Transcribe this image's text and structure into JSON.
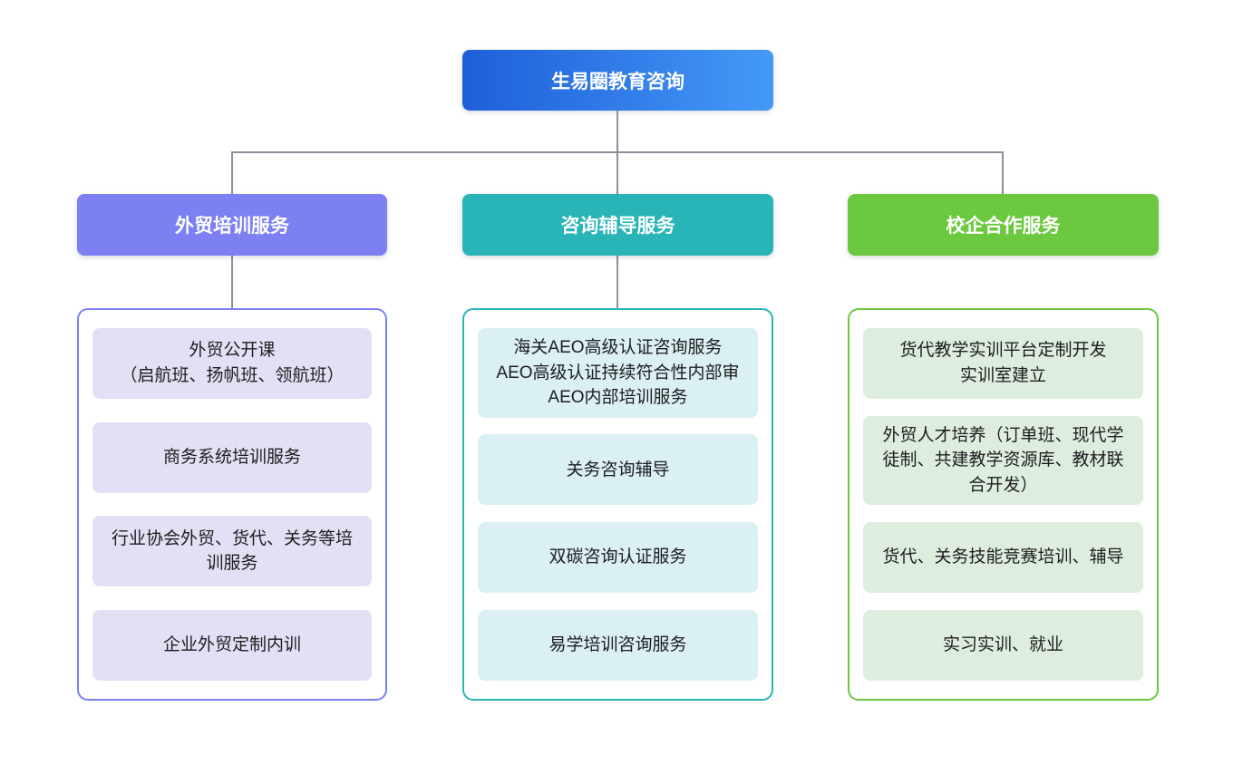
{
  "root": {
    "label": "生易圈教育咨询"
  },
  "branches": [
    {
      "label": "外贸培训服务",
      "color": "#7c80f2",
      "item_fill": "#e2e0f5",
      "items": [
        "外贸公开课\n（启航班、扬帆班、领航班）",
        "商务系统培训服务",
        "行业协会外贸、货代、关务等培\n训服务",
        "企业外贸定制内训"
      ]
    },
    {
      "label": "咨询辅导服务",
      "color": "#29b5b8",
      "item_fill": "#daf0f3",
      "items": [
        "海关AEO高级认证咨询服务\nAEO高级认证持续符合性内部审\nAEO内部培训服务",
        "关务咨询辅导",
        "双碳咨询认证服务",
        "易学培训咨询服务"
      ]
    },
    {
      "label": "校企合作服务",
      "color": "#6cc83e",
      "item_fill": "#deeede",
      "items": [
        "货代教学实训平台定制开发\n实训室建立",
        "外贸人才培养（订单班、现代学\n徒制、共建教学资源库、教材联\n合开发）",
        "货代、关务技能竞赛培训、辅导",
        "实习实训、就业"
      ]
    }
  ],
  "style": {
    "root_gradient_start": "#1e5fda",
    "root_gradient_end": "#4499f6",
    "connector_color": "#8b919c",
    "text_color": "#1d1d1f",
    "background": "#ffffff"
  }
}
